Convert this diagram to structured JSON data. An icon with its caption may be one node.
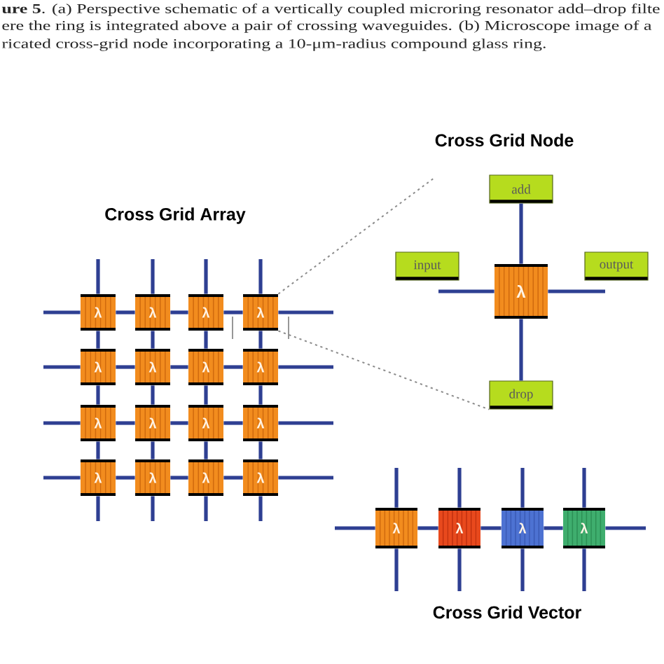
{
  "diagram": {
    "nodes": [
      {
        "text": [
          "λ"
        ]
      },
      {
        "text": [
          "λ"
        ]
      },
      {
        "text": [
          "λ"
        ]
      },
      {
        "text": [
          "λ"
        ]
      },
      {
        "text": [
          "λ"
        ]
      },
      {
        "text": [
          "λ"
        ]
      },
      {
        "text": [
          "λ"
        ]
      },
      {
        "text": [
          "λ"
        ]
      },
      {
        "text": [
          "λ"
        ]
      },
      {
        "text": [
          "λ"
        ]
      },
      {
        "text": [
          "λ"
        ]
      },
      {
        "text": [
          "λ"
        ]
      },
      {
        "text": [
          "λ"
        ]
      },
      {
        "text": [
          "λ"
        ]
      },
      {
        "text": [
          "λ"
        ]
      },
      {
        "text": [
          "λ"
        ]
      },
      {
        "text": [
          "add"
        ]
      },
      {
        "text": [
          "input"
        ]
      },
      {
        "text": [
          "output"
        ]
      },
      {
        "text": [
          "λ"
        ]
      },
      {
        "text": [
          "drop"
        ]
      },
      {
        "text": [
          "λ"
        ]
      },
      {
        "text": [
          "λ"
        ]
      },
      {
        "text": [
          "λ"
        ]
      },
      {
        "text": [
          "λ"
        ]
      }
    ],
    "edges": [
      {
        "from": 0,
        "to": null,
        "arrow": "none"
      },
      {
        "from": 0,
        "to": 1,
        "arrow": "none"
      },
      {
        "from": 1,
        "to": 2,
        "arrow": "none"
      },
      {
        "from": 2,
        "to": 3,
        "arrow": "none"
      },
      {
        "from": 3,
        "to": null,
        "arrow": "none"
      },
      {
        "from": 4,
        "to": null,
        "arrow": "none"
      },
      {
        "from": 4,
        "to": 5,
        "arrow": "none"
      },
      {
        "from": 5,
        "to": 6,
        "arrow": "none"
      },
      {
        "from": 6,
        "to": 7,
        "arrow": "none"
      },
      {
        "from": 7,
        "to": null,
        "arrow": "none"
      },
      {
        "from": 8,
        "to": null,
        "arrow": "none"
      },
      {
        "from": 8,
        "to": 9,
        "arrow": "none"
      },
      {
        "from": 9,
        "to": 10,
        "arrow": "none"
      },
      {
        "from": 10,
        "to": 11,
        "arrow": "none"
      },
      {
        "from": 11,
        "to": null,
        "arrow": "none"
      },
      {
        "from": 12,
        "to": null,
        "arrow": "none"
      },
      {
        "from": 12,
        "to": 13,
        "arrow": "none"
      },
      {
        "from": 13,
        "to": 14,
        "arrow": "none"
      },
      {
        "from": 14,
        "to": 15,
        "arrow": "none"
      },
      {
        "from": 15,
        "to": null,
        "arrow": "none"
      },
      {
        "from": 0,
        "to": null,
        "arrow": "none"
      },
      {
        "from": 0,
        "to": 4,
        "arrow": "none"
      },
      {
        "from": 4,
        "to": 8,
        "arrow": "none"
      },
      {
        "from": 8,
        "to": 12,
        "arrow": "none"
      },
      {
        "from": 12,
        "to": null,
        "arrow": "none"
      },
      {
        "from": 1,
        "to": null,
        "arrow": "none"
      },
      {
        "from": 1,
        "to": 5,
        "arrow": "none"
      },
      {
        "from": 5,
        "to": 9,
        "arrow": "none"
      },
      {
        "from": 9,
        "to": 13,
        "arrow": "none"
      },
      {
        "from": 13,
        "to": null,
        "arrow": "none"
      },
      {
        "from": 2,
        "to": null,
        "arrow": "none"
      },
      {
        "from": 2,
        "to": 6,
        "arrow": "none"
      },
      {
        "from": 6,
        "to": 10,
        "arrow": "none"
      },
      {
        "from": 10,
        "to": 14,
        "arrow": "none"
      },
      {
        "from": 14,
        "to": null,
        "arrow": "none"
      },
      {
        "from": 3,
        "to": null,
        "arrow": "none"
      },
      {
        "from": 3,
        "to": 7,
        "arrow": "none"
      },
      {
        "from": 7,
        "to": 11,
        "arrow": "none"
      },
      {
        "from": 11,
        "to": 15,
        "arrow": "none"
      },
      {
        "from": 15,
        "to": null,
        "arrow": "none"
      },
      {
        "from": 3,
        "to": null,
        "arrow": "none",
        "style": "dashed",
        "color": "#8c8c8c"
      },
      {
        "from": 3,
        "to": 20,
        "arrow": "none",
        "style": "dashed",
        "color": "#8c8c8c"
      },
      {
        "from": 19,
        "to": 16,
        "arrow": "none"
      },
      {
        "from": 19,
        "to": 20,
        "arrow": "none"
      },
      {
        "from": 19,
        "to": 17,
        "arrow": "none"
      },
      {
        "from": 19,
        "to": 18,
        "arrow": "none"
      },
      {
        "from": 21,
        "to": null,
        "arrow": "none"
      },
      {
        "from": 21,
        "to": 22,
        "arrow": "none"
      },
      {
        "from": 22,
        "to": 23,
        "arrow": "none"
      },
      {
        "from": 23,
        "to": 24,
        "arrow": "none"
      },
      {
        "from": 24,
        "to": null,
        "arrow": "none"
      },
      {
        "from": 21,
        "to": null,
        "arrow": "none"
      },
      {
        "from": 22,
        "to": null,
        "arrow": "none"
      },
      {
        "from": 23,
        "to": null,
        "arrow": "none"
      },
      {
        "from": 24,
        "to": null,
        "arrow": "none"
      },
      {
        "from": 21,
        "to": null,
        "arrow": "none"
      },
      {
        "from": 22,
        "to": null,
        "arrow": "none"
      },
      {
        "from": 23,
        "to": null,
        "arrow": "none"
      },
      {
        "from": 24,
        "to": null,
        "arrow": "none"
      }
    ],
    "labels": [
      "**ure 5**. (a) Perspective schematic of a vertically coupled microring resonator add–drop filte",
      "ere the ring is integrated above a pair of crossing waveguides. (b) Microscope image of a",
      "ricated cross-grid node incorporating a 10-μm-radius compound glass ring.",
      "Cross Grid Node",
      "Cross Grid Array",
      "Cross Grid Vector"
    ]
  }
}
